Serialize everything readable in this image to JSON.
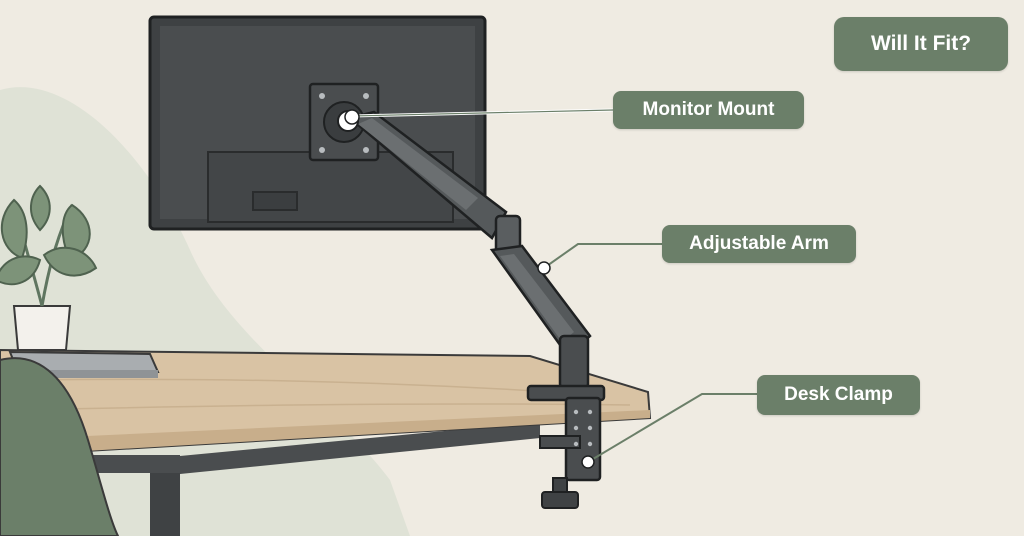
{
  "badge": {
    "text": "Will It Fit?"
  },
  "callouts": {
    "monitor_mount": "Monitor Mount",
    "adjustable_arm": "Adjustable Arm",
    "desk_clamp": "Desk Clamp"
  },
  "palette": {
    "background": "#efebe2",
    "accent_green": "#6b7f69",
    "blob_green": "#dfe2d6",
    "desk_wood": "#d9c3a4",
    "metal_dark": "#4a4d4f",
    "monitor": "#3e4143"
  }
}
